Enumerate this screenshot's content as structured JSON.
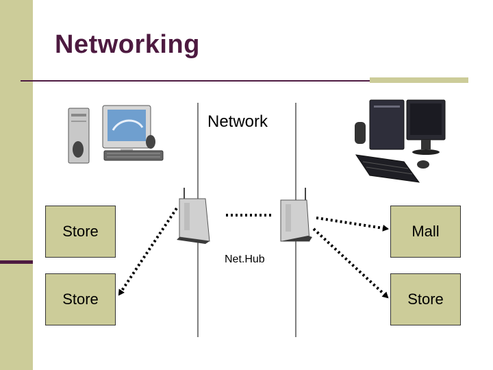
{
  "slide": {
    "title": "Networking"
  },
  "network": {
    "label": "Network",
    "hub_label": "Net.Hub"
  },
  "nodes": {
    "store_top_left": "Store",
    "store_bottom_left": "Store",
    "mall": "Mall",
    "store_bottom_right": "Store"
  },
  "colors": {
    "accent": "#4d1a40",
    "box_fill": "#cccc99",
    "sidebar": "#cccc99"
  },
  "icons": [
    "desktop-computer-icon",
    "workstation-computer-icon",
    "router-icon",
    "router-icon"
  ]
}
